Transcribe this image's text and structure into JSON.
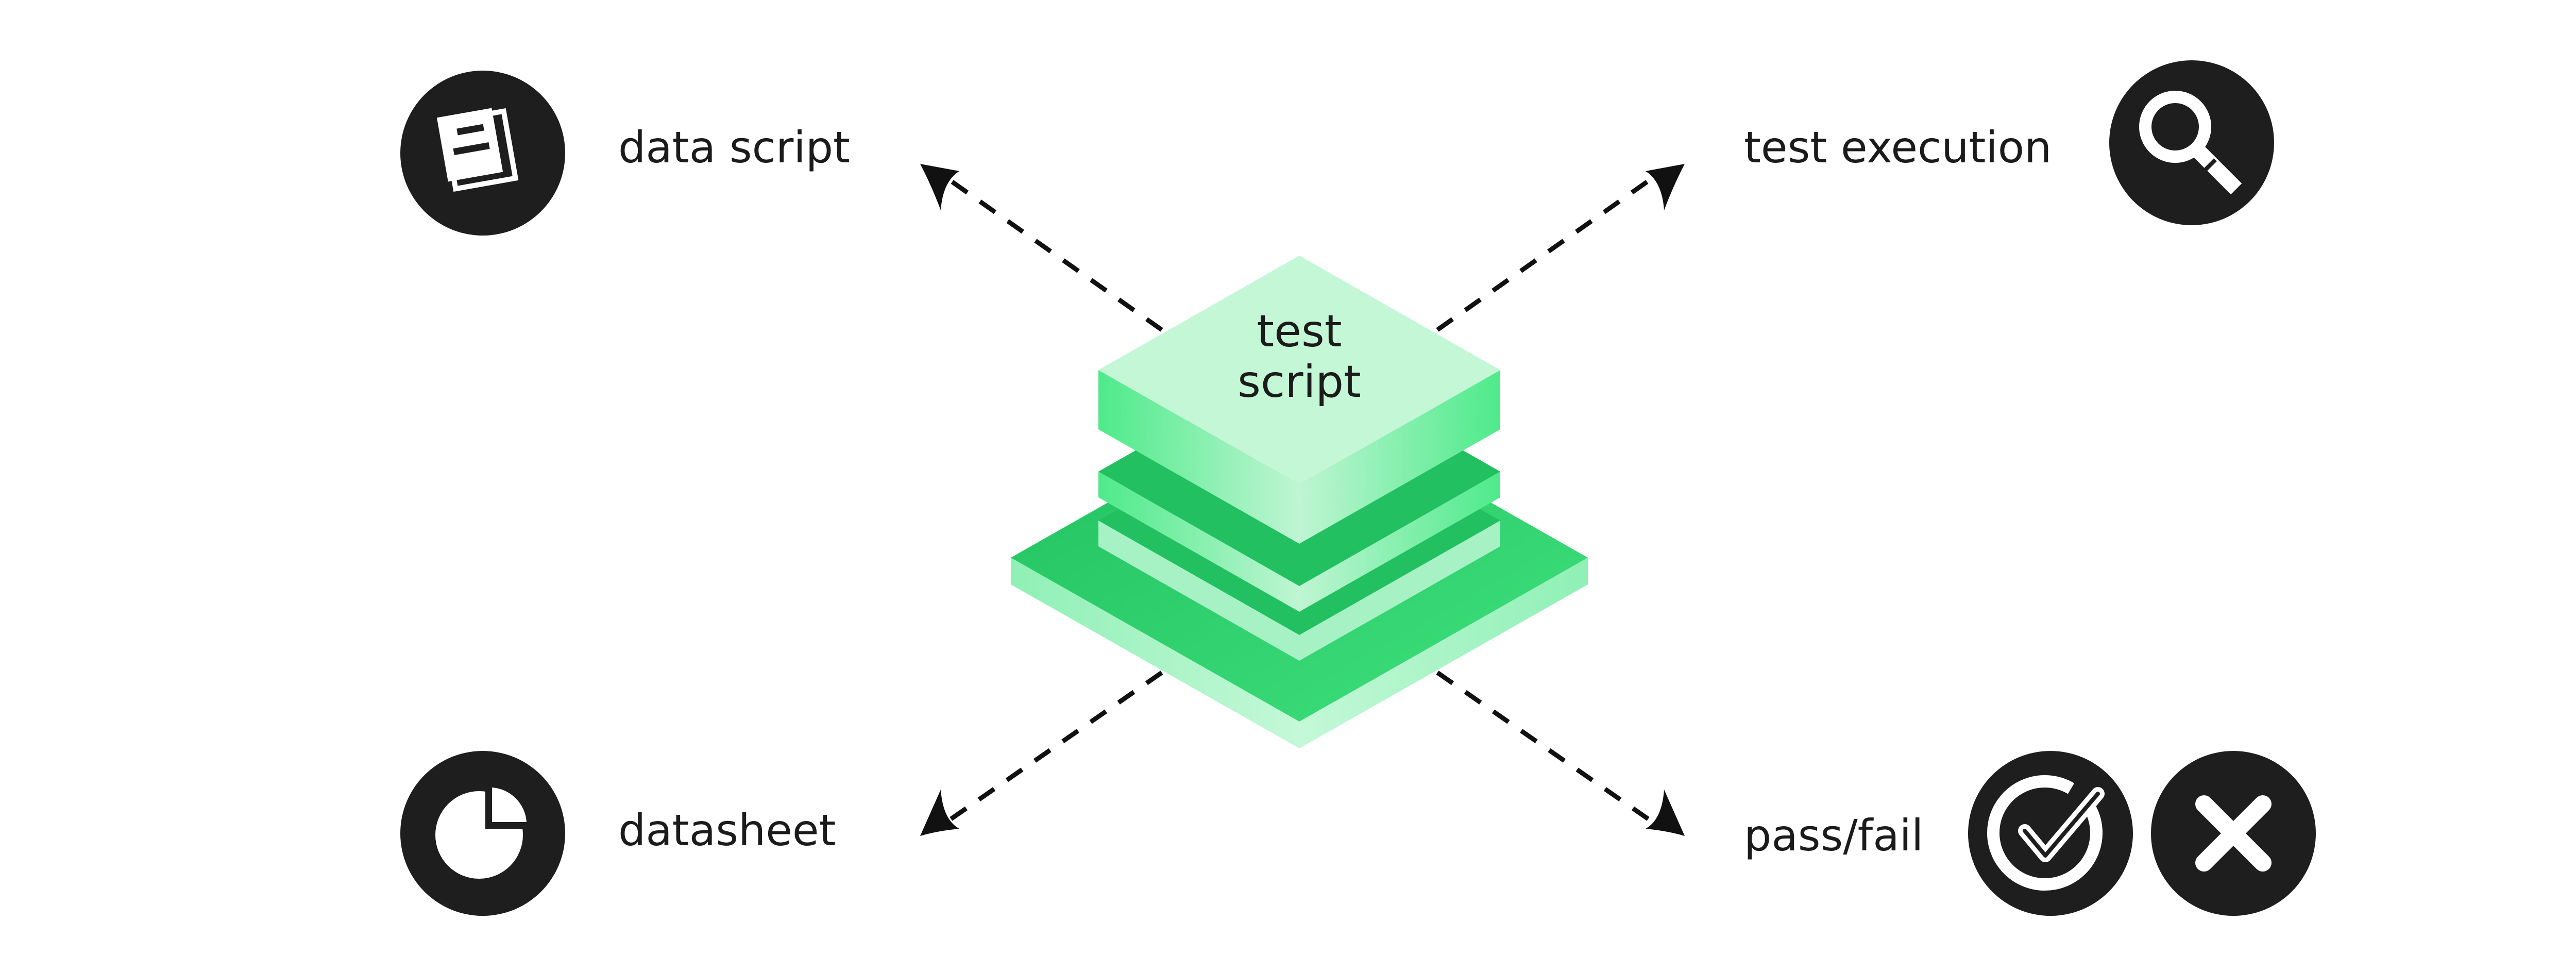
{
  "center": {
    "label_line1": "test",
    "label_line2": "script"
  },
  "outputs": {
    "data_script": {
      "label": "data script",
      "icon": "document-icon"
    },
    "test_execution": {
      "label": "test execution",
      "icon": "magnifier-icon"
    },
    "datasheet": {
      "label": "datasheet",
      "icon": "pie-chart-icon"
    },
    "pass_fail": {
      "label": "pass/fail",
      "icon_pass": "check-circle-icon",
      "icon_fail": "x-icon"
    }
  },
  "colors": {
    "icon_background": "#1e1e1e",
    "layer_top": "#c3f7d6",
    "layer_side_bright": "#4eea8a",
    "layer_mid": "#22c060",
    "layer_light": "#a6f2c4",
    "arrow": "#111111"
  }
}
